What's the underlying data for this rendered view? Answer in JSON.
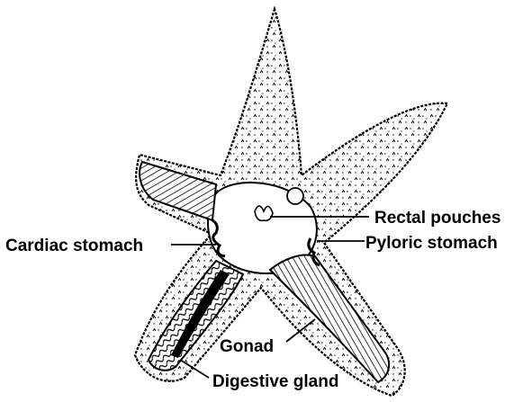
{
  "labels": {
    "rectal_pouches": "Rectal pouches",
    "pyloric_stomach": "Pyloric stomach",
    "cardiac_stomach": "Cardiac stomach",
    "gonad": "Gonad",
    "digestive_gland": "Digestive gland"
  },
  "colors": {
    "ink": "#000000",
    "paper": "#ffffff"
  }
}
